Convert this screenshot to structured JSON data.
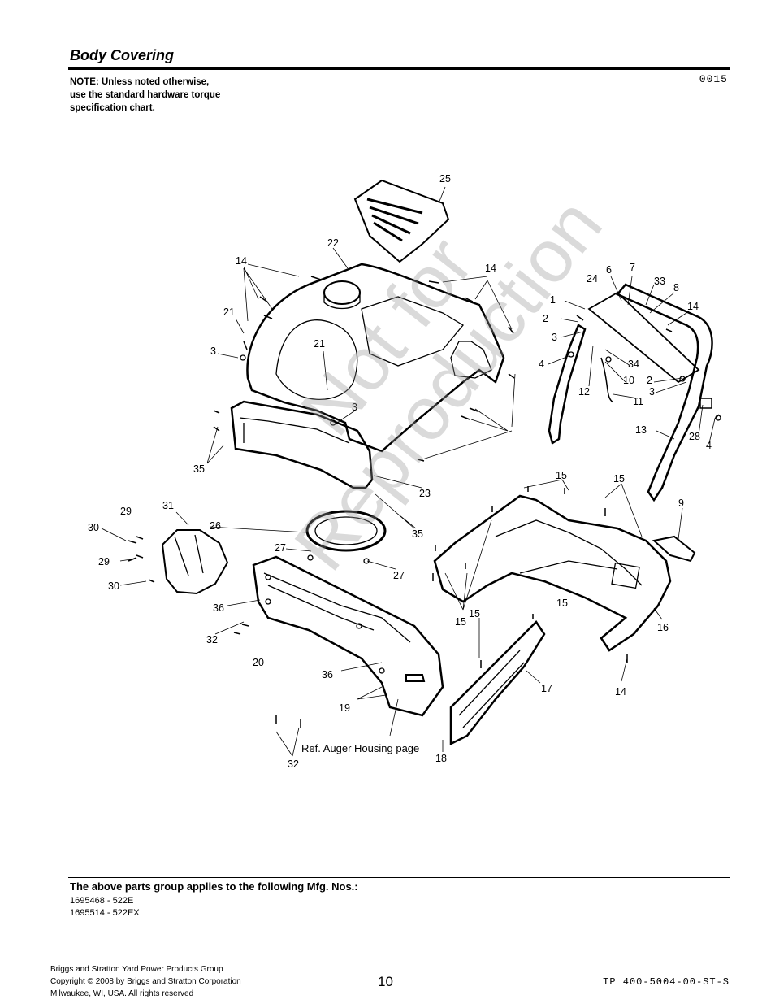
{
  "header": {
    "title": "Body Covering",
    "note_lines": [
      "NOTE: Unless noted otherwise,",
      "use the standard hardware torque",
      "specification chart."
    ],
    "diagram_code": "0015"
  },
  "diagram": {
    "callouts": [
      "25",
      "22",
      "14",
      "14",
      "21",
      "3",
      "21",
      "3",
      "35",
      "6",
      "7",
      "24",
      "33",
      "8",
      "1",
      "14",
      "2",
      "3",
      "4",
      "34",
      "10",
      "2",
      "3",
      "12",
      "11",
      "13",
      "28",
      "4",
      "23",
      "15",
      "15",
      "9",
      "29",
      "31",
      "30",
      "26",
      "35",
      "29",
      "27",
      "30",
      "27",
      "36",
      "15",
      "15",
      "15",
      "16",
      "32",
      "20",
      "36",
      "17",
      "14",
      "19",
      "18",
      "32"
    ],
    "ref_label": "Ref. Auger Housing page",
    "watermark_lines": [
      "Not for",
      "Reproduction"
    ]
  },
  "applies": {
    "heading": "The above parts group applies to the following Mfg. Nos.:",
    "mfg_numbers": [
      "1695468 - 522E",
      "1695514 - 522EX"
    ]
  },
  "footer": {
    "company_lines": [
      "Briggs and Stratton Yard Power Products Group",
      "Copyright ©  2008 by Briggs and Stratton Corporation",
      "Milwaukee, WI, USA. All rights reserved"
    ],
    "page_number": "10",
    "doc_code": "TP 400-5004-00-ST-S"
  }
}
